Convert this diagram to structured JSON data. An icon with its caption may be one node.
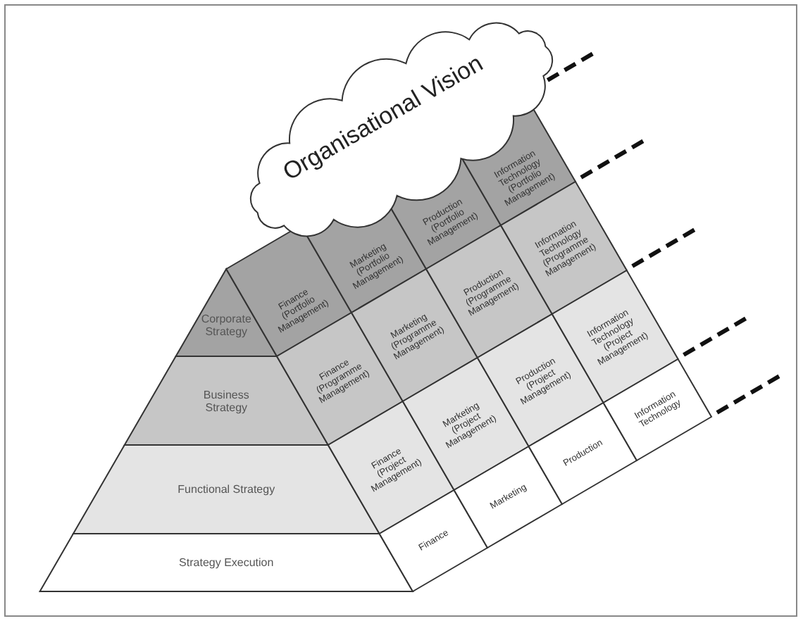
{
  "diagram": {
    "nodes": [
      {
        "text": [
          "Organisational Vision"
        ]
      },
      {
        "text": [
          "Corporate Strategy"
        ]
      },
      {
        "text": [
          "Business Strategy"
        ]
      },
      {
        "text": [
          "Functional Strategy"
        ]
      },
      {
        "text": [
          "Strategy Execution"
        ]
      },
      {
        "text": [
          "Finance (Portfolio Management)"
        ]
      },
      {
        "text": [
          "Marketing (Portfolio Management)"
        ]
      },
      {
        "text": [
          "Production (Portfolio Management)"
        ]
      },
      {
        "text": [
          "Information Technology (Portfolio Management)"
        ]
      },
      {
        "text": [
          "Finance (Programme Management)"
        ]
      },
      {
        "text": [
          "Marketing (Programme Management)"
        ]
      },
      {
        "text": [
          "Production (Programme Management)"
        ]
      },
      {
        "text": [
          "Information Technology (Programme Management)"
        ]
      },
      {
        "text": [
          "Finance (Project Management)"
        ]
      },
      {
        "text": [
          "Marketing (Project Management)"
        ]
      },
      {
        "text": [
          "Production (Project Management)"
        ]
      },
      {
        "text": [
          "Information Technology (Project Management)"
        ]
      },
      {
        "text": [
          "Finance"
        ]
      },
      {
        "text": [
          "Marketing"
        ]
      },
      {
        "text": [
          "Production"
        ]
      },
      {
        "text": [
          "Information Technology"
        ]
      }
    ]
  }
}
